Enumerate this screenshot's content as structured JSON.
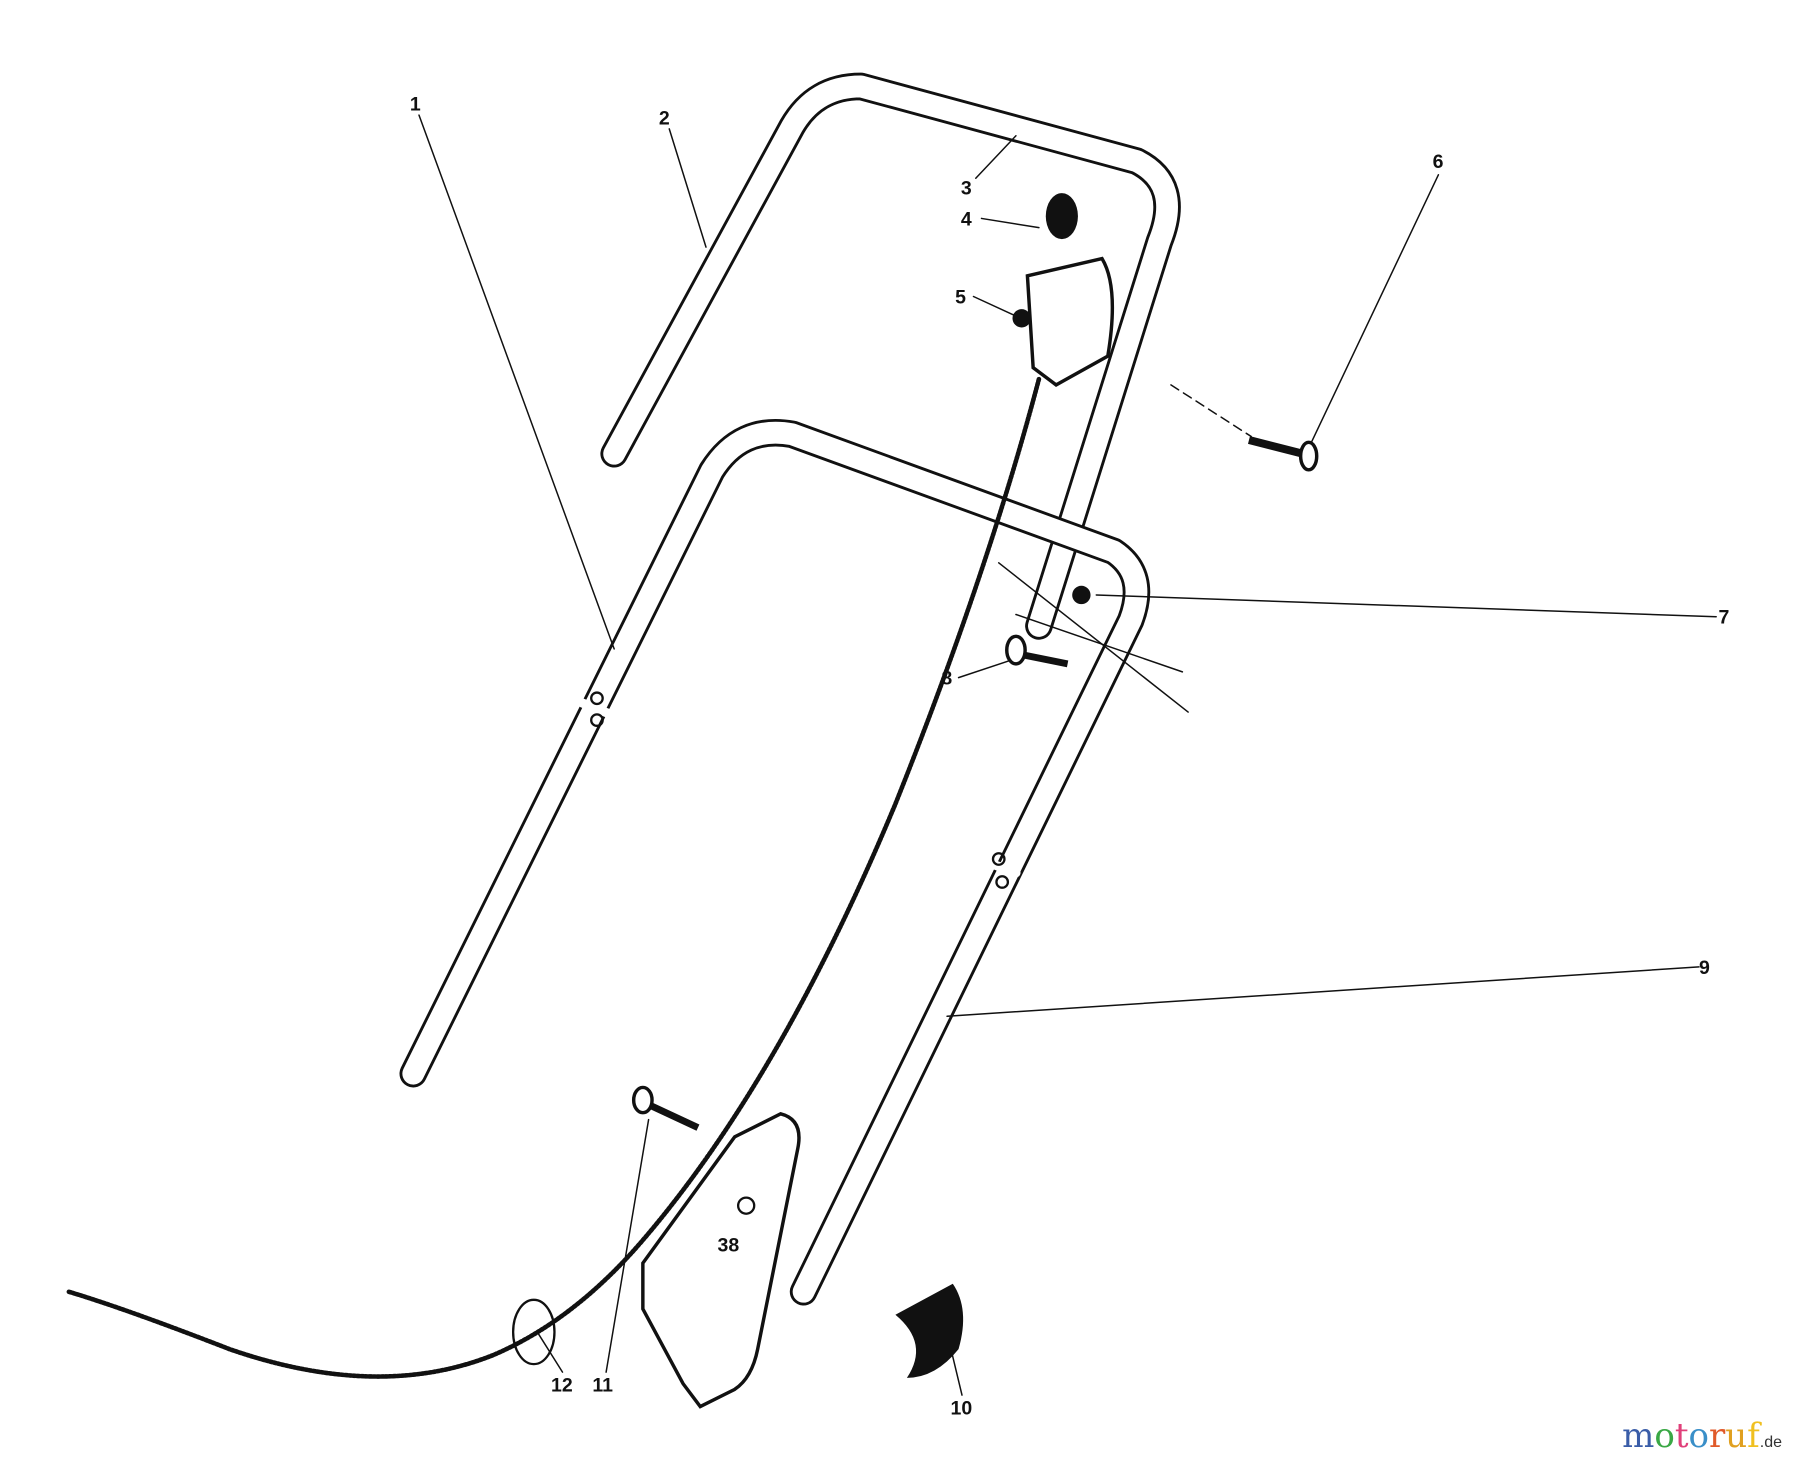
{
  "callouts": [
    "1",
    "2",
    "3",
    "4",
    "5",
    "6",
    "7",
    "8",
    "9",
    "10",
    "11",
    "12"
  ],
  "plate_marking": "38",
  "watermark": {
    "text": "motoruf",
    "suffix": ".de",
    "letter_colors": [
      "#3a5da8",
      "#3aa845",
      "#e0407a",
      "#3a8fc8",
      "#e05a2a",
      "#e0a020",
      "#f0c020"
    ]
  }
}
